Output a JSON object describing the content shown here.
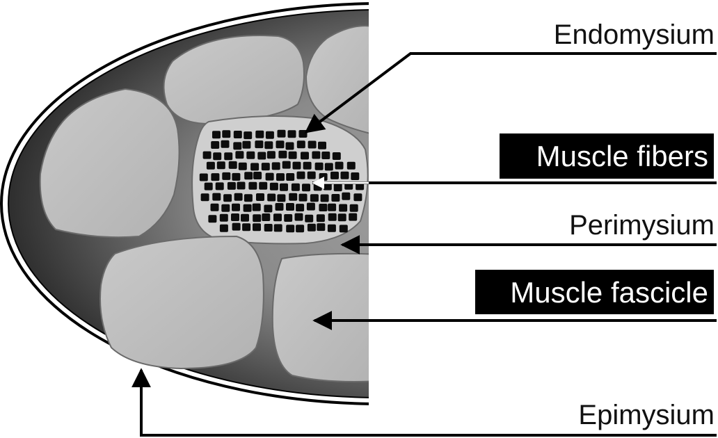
{
  "labels": {
    "endomysium": "Endomysium",
    "muscle_fibers": "Muscle fibers",
    "perimysium": "Perimysium",
    "muscle_fascicle": "Muscle fascicle",
    "epimysium": "Epimysium"
  },
  "colors": {
    "outer_dark": "#3a3a3a",
    "inner_gray": "#8a8a8a",
    "fascicle_fill": "#bdbdbd",
    "fiber": "#0d0d0d",
    "label_box": "#000000"
  }
}
